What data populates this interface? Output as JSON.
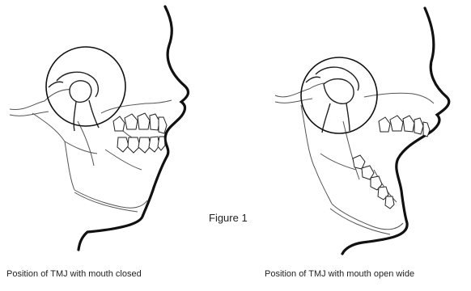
{
  "figure": {
    "label": "Figure 1",
    "panels": [
      {
        "id": "closed",
        "caption": "Position of TMJ with mouth closed"
      },
      {
        "id": "open",
        "caption": "Position of TMJ with mouth open wide"
      }
    ]
  },
  "colors": {
    "ink": "#111111",
    "sketch": "#555555",
    "background": "#ffffff"
  }
}
